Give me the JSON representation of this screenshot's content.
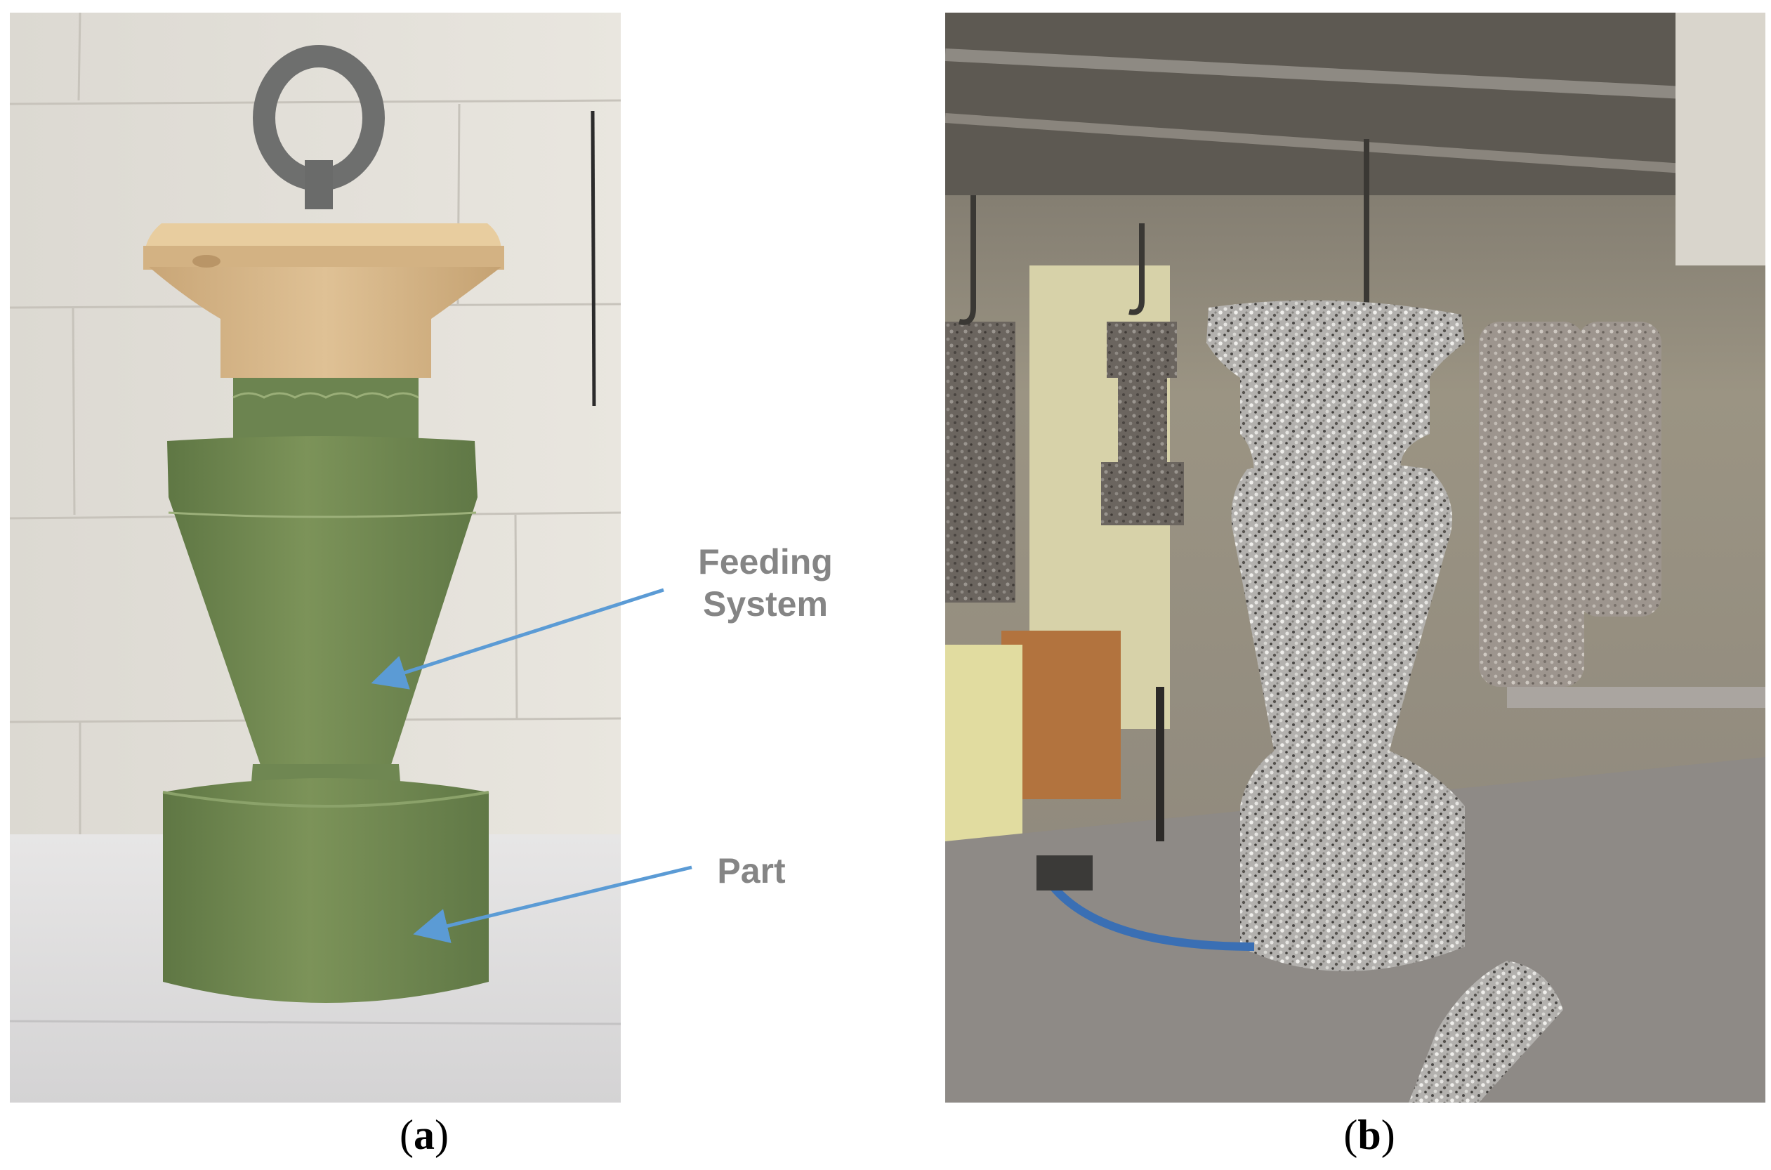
{
  "figure": {
    "panel_a": {
      "caption_open": "(",
      "caption_letter": "a",
      "caption_close": ")",
      "callouts": [
        {
          "label_line1": "Feeding",
          "label_line2": "System"
        },
        {
          "label": "Part"
        }
      ]
    },
    "panel_b": {
      "caption_open": "(",
      "caption_letter": "b",
      "caption_close": ")"
    }
  },
  "colors": {
    "arrow": "#5b9bd5",
    "pattern_green": "#7a9158",
    "sprue_cup": "#d9b98a",
    "shell_coating": "#a9a9a9",
    "callout_text": "#858585"
  },
  "icons": [
    "lifting-eye-ring-icon",
    "arrow-icon"
  ]
}
